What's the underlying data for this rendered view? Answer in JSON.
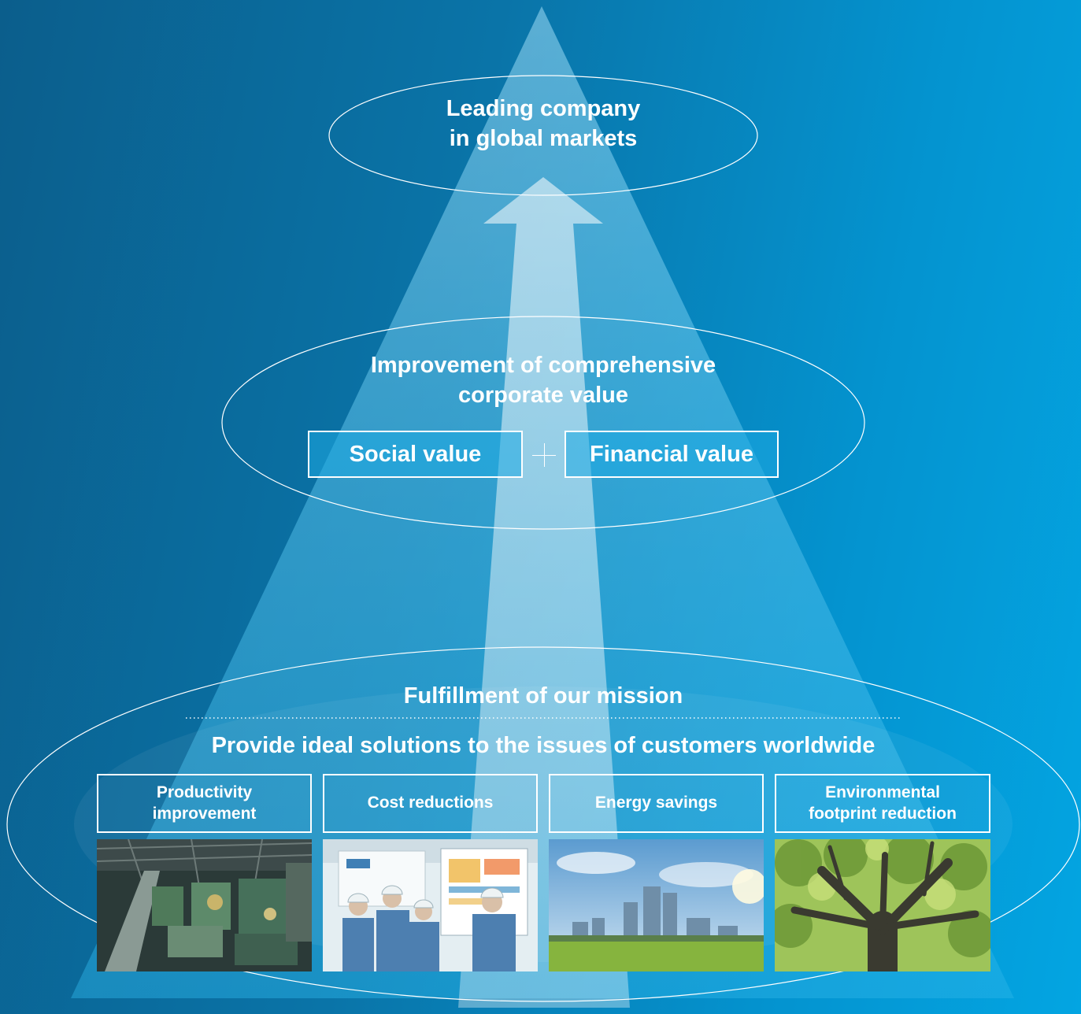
{
  "top_goal": {
    "line1": "Leading company",
    "line2": "in global markets"
  },
  "middle_goal": {
    "line1": "Improvement of comprehensive",
    "line2": "corporate value",
    "value_left": "Social value",
    "value_right": "Financial value"
  },
  "mission": {
    "title": "Fulfillment of our mission",
    "statement": "Provide ideal solutions to the issues of customers worldwide"
  },
  "solutions": [
    {
      "line1": "Productivity",
      "line2": "improvement",
      "photo_icon": "factory-floor-photo"
    },
    {
      "line1": "Cost reductions",
      "line2": "",
      "photo_icon": "engineers-at-board-photo"
    },
    {
      "line1": "Energy savings",
      "line2": "",
      "photo_icon": "city-skyline-photo"
    },
    {
      "line1": "Environmental",
      "line2": "footprint reduction",
      "photo_icon": "tree-canopy-photo"
    }
  ],
  "colors": {
    "background_dark": "#0b5e8c",
    "background_light": "#03a5e2",
    "highlight_cyan": "#20b8ea",
    "line": "#ffffff"
  }
}
